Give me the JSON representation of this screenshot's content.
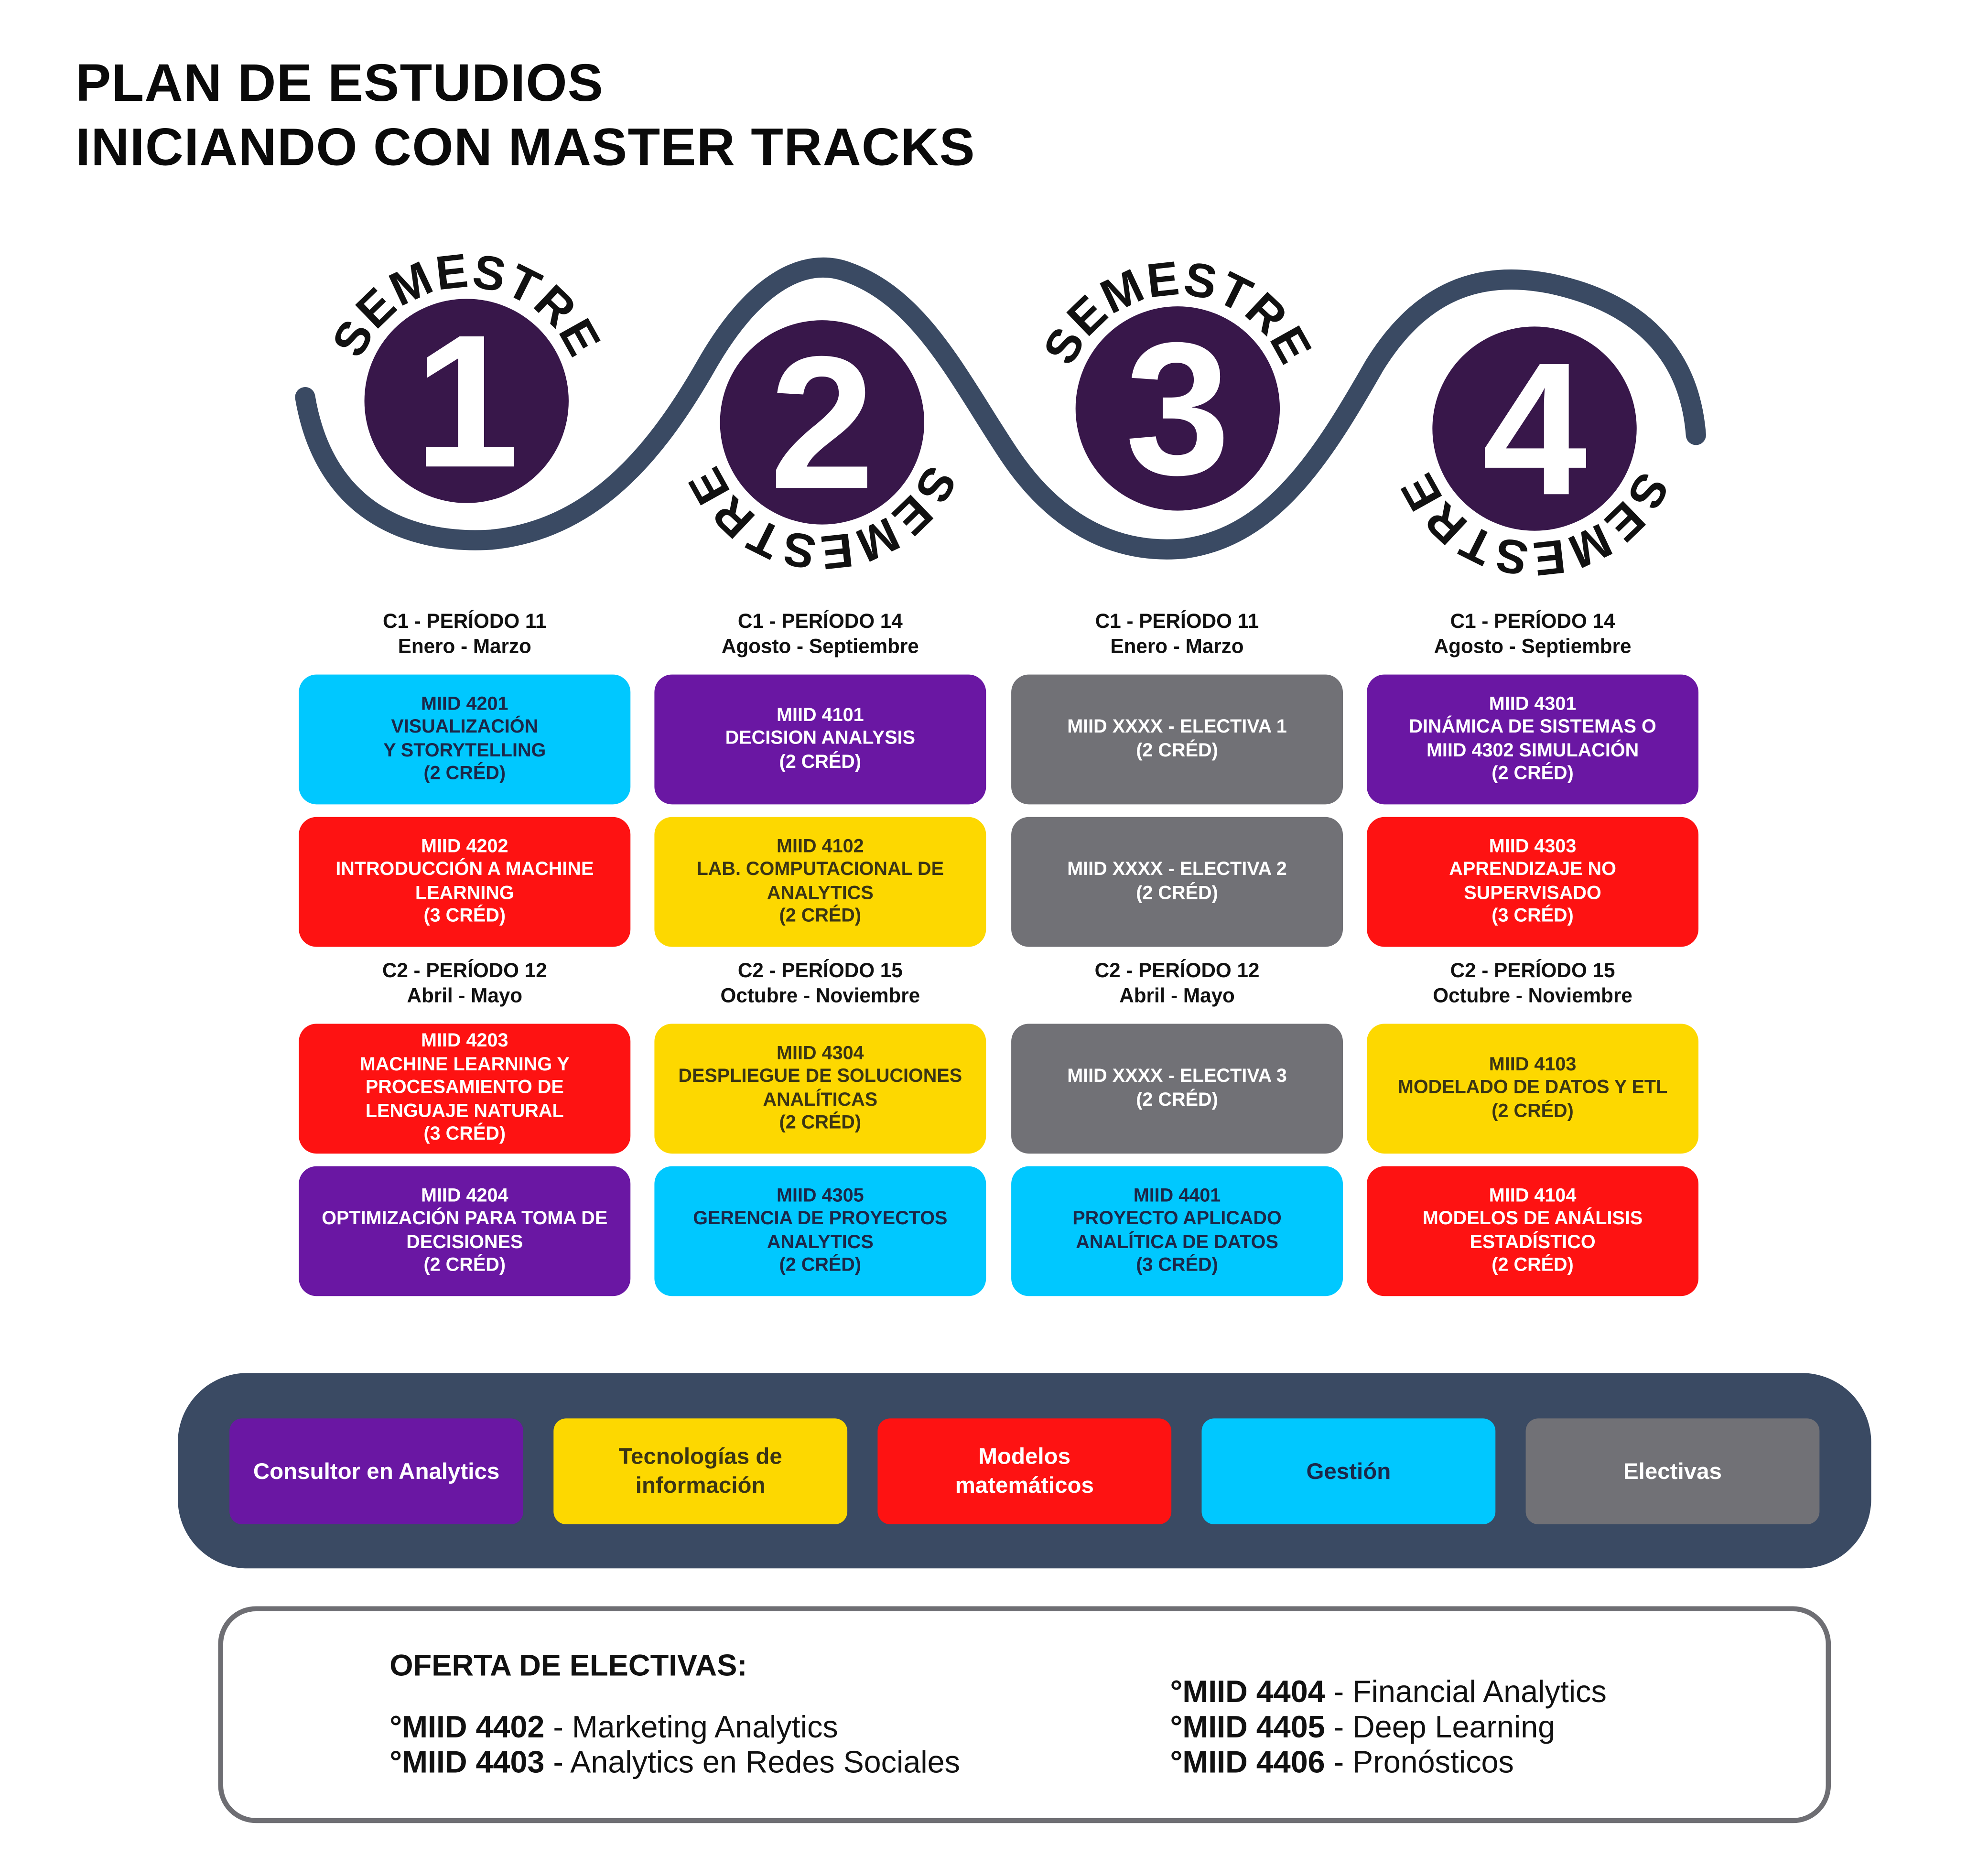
{
  "title": [
    "PLAN DE ESTUDIOS",
    "INICIANDO CON MASTER TRACKS"
  ],
  "semester_label": "SEMESTRE",
  "semesters": [
    {
      "number": "1",
      "label_position": "top"
    },
    {
      "number": "2",
      "label_position": "bottom"
    },
    {
      "number": "3",
      "label_position": "top"
    },
    {
      "number": "4",
      "label_position": "bottom"
    }
  ],
  "colors": {
    "wave": "#3a4a63",
    "circle": "#38174a"
  },
  "columns": [
    {
      "c1": {
        "period": "C1 - PERÍODO 11",
        "months": "Enero - Marzo"
      },
      "c2": {
        "period": "C2 - PERÍODO 12",
        "months": "Abril - Mayo"
      },
      "courses": [
        {
          "category": "gestion",
          "lines": [
            "MIID 4201",
            "VISUALIZACIÓN",
            "Y STORYTELLING",
            "(2 CRÉD)"
          ]
        },
        {
          "category": "modelos",
          "lines": [
            "MIID 4202",
            "INTRODUCCIÓN A MACHINE",
            "LEARNING",
            "(3 CRÉD)"
          ]
        },
        {
          "category": "modelos",
          "lines": [
            "MIID 4203",
            "MACHINE LEARNING Y",
            "PROCESAMIENTO DE",
            "LENGUAJE NATURAL",
            "(3 CRÉD)"
          ]
        },
        {
          "category": "consultor",
          "lines": [
            "MIID 4204",
            "OPTIMIZACIÓN PARA TOMA DE",
            "DECISIONES",
            "(2 CRÉD)"
          ]
        }
      ]
    },
    {
      "c1": {
        "period": "C1 - PERÍODO 14",
        "months": "Agosto - Septiembre"
      },
      "c2": {
        "period": "C2 - PERÍODO 15",
        "months": "Octubre - Noviembre"
      },
      "courses": [
        {
          "category": "consultor",
          "lines": [
            "MIID 4101",
            "DECISION ANALYSIS",
            "(2 CRÉD)"
          ]
        },
        {
          "category": "tecno",
          "lines": [
            "MIID 4102",
            "LAB. COMPUTACIONAL DE",
            "ANALYTICS",
            "(2 CRÉD)"
          ]
        },
        {
          "category": "tecno",
          "lines": [
            "MIID 4304",
            "DESPLIEGUE DE SOLUCIONES",
            "ANALÍTICAS",
            "(2 CRÉD)"
          ]
        },
        {
          "category": "gestion",
          "lines": [
            "MIID 4305",
            "GERENCIA DE PROYECTOS",
            "ANALYTICS",
            "(2 CRÉD)"
          ]
        }
      ]
    },
    {
      "c1": {
        "period": "C1 - PERÍODO 11",
        "months": "Enero - Marzo"
      },
      "c2": {
        "period": "C2 - PERÍODO 12",
        "months": "Abril - Mayo"
      },
      "courses": [
        {
          "category": "electiva",
          "lines": [
            "MIID XXXX - ELECTIVA 1",
            "(2 CRÉD)"
          ]
        },
        {
          "category": "electiva",
          "lines": [
            "MIID XXXX - ELECTIVA 2",
            "(2 CRÉD)"
          ]
        },
        {
          "category": "electiva",
          "lines": [
            "MIID XXXX - ELECTIVA 3",
            "(2 CRÉD)"
          ]
        },
        {
          "category": "gestion",
          "lines": [
            "MIID 4401",
            "PROYECTO APLICADO",
            "ANALÍTICA DE DATOS",
            "(3 CRÉD)"
          ]
        }
      ]
    },
    {
      "c1": {
        "period": "C1 - PERÍODO 14",
        "months": "Agosto - Septiembre"
      },
      "c2": {
        "period": "C2 - PERÍODO 15",
        "months": "Octubre - Noviembre"
      },
      "courses": [
        {
          "category": "consultor",
          "lines": [
            "MIID 4301",
            "DINÁMICA DE SISTEMAS O",
            "MIID 4302 SIMULACIÓN",
            "(2 CRÉD)"
          ]
        },
        {
          "category": "modelos",
          "lines": [
            "MIID 4303",
            "APRENDIZAJE NO",
            "SUPERVISADO",
            "(3 CRÉD)"
          ]
        },
        {
          "category": "tecno",
          "lines": [
            "MIID 4103",
            "MODELADO DE DATOS Y ETL",
            "(2 CRÉD)"
          ]
        },
        {
          "category": "modelos",
          "lines": [
            "MIID 4104",
            "MODELOS DE ANÁLISIS",
            "ESTADÍSTICO",
            "(2 CRÉD)"
          ]
        }
      ]
    }
  ],
  "legend": [
    {
      "category": "consultor",
      "label": "Consultor en Analytics"
    },
    {
      "category": "tecno",
      "label": "Tecnologías de información"
    },
    {
      "category": "modelos",
      "label": "Modelos matemáticos"
    },
    {
      "category": "gestion",
      "label": "Gestión"
    },
    {
      "category": "electiva",
      "label": "Electivas"
    }
  ],
  "electives": {
    "heading": "OFERTA DE ELECTIVAS:",
    "left": [
      {
        "code": "°MIID 4402",
        "name": " - Marketing Analytics"
      },
      {
        "code": "°MIID 4403",
        "name": " - Analytics en Redes Sociales"
      }
    ],
    "right": [
      {
        "code": "°MIID 4404",
        "name": " - Financial Analytics"
      },
      {
        "code": "°MIID 4405",
        "name": " - Deep Learning"
      },
      {
        "code": "°MIID 4406",
        "name": " - Pronósticos"
      }
    ]
  }
}
